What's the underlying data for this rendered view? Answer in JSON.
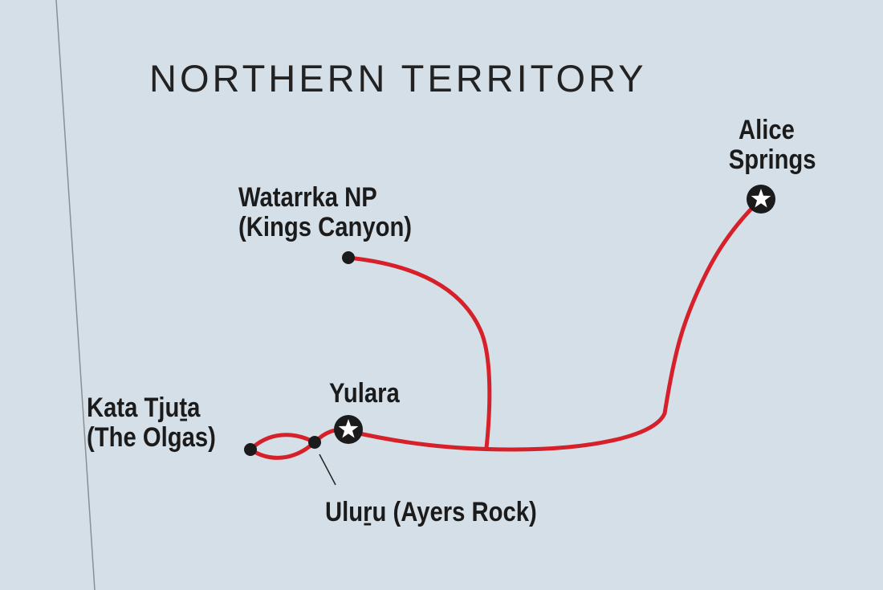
{
  "map": {
    "region_label": "NORTHERN TERRITORY",
    "route_color": "#d6202a",
    "background_color": "#d5dfe7",
    "border_color": "#8a8f94",
    "places": [
      {
        "id": "alice-springs",
        "label_lines": [
          "Alice",
          "Springs"
        ],
        "marker": "star"
      },
      {
        "id": "watarrka",
        "label_lines": [
          "Watarrka NP",
          "(Kings Canyon)"
        ],
        "marker": "dot"
      },
      {
        "id": "yulara",
        "label_lines": [
          "Yulara"
        ],
        "marker": "star"
      },
      {
        "id": "kata-tjuta",
        "label_lines": [
          "Kata Tjuṯa",
          "(The Olgas)"
        ],
        "marker": "dot"
      },
      {
        "id": "uluru",
        "label_lines": [
          "Uluṟu (Ayers Rock)"
        ],
        "marker": "dot"
      }
    ]
  }
}
